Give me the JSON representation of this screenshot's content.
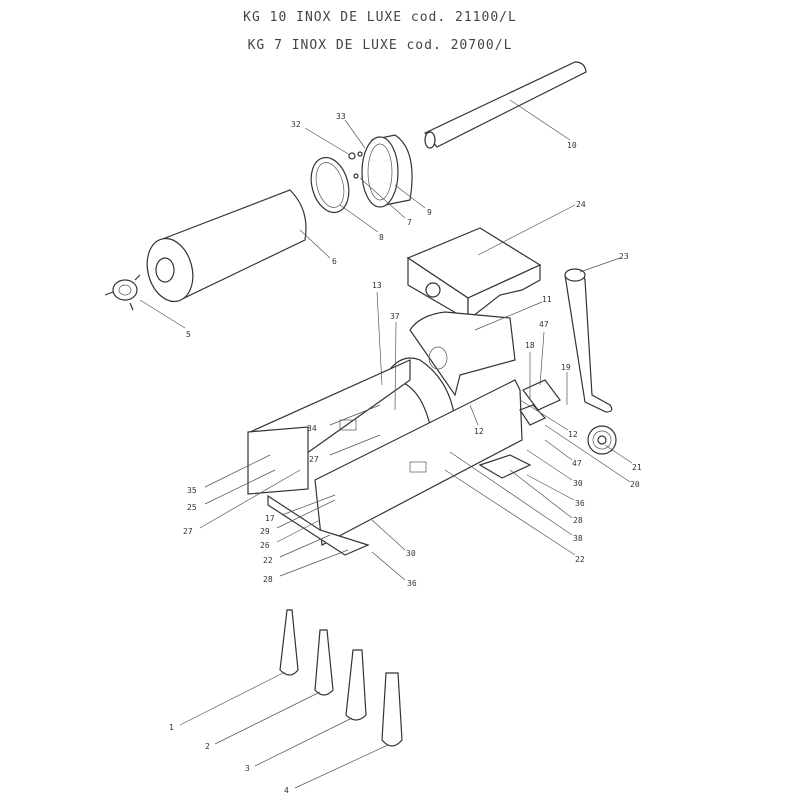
{
  "titles": [
    "KG 10 INOX DE LUXE cod. 21100/L",
    "KG 7 INOX DE LUXE cod. 20700/L"
  ],
  "labels": [
    "10",
    "33",
    "32",
    "9",
    "7",
    "8",
    "24",
    "6",
    "23",
    "5",
    "13",
    "11",
    "37",
    "47",
    "18",
    "19",
    "12",
    "12",
    "34",
    "21",
    "47",
    "27",
    "30",
    "20",
    "35",
    "36",
    "25",
    "28",
    "17",
    "27",
    "29",
    "38",
    "26",
    "22",
    "22",
    "30",
    "28",
    "36",
    "1",
    "2",
    "3",
    "4"
  ]
}
